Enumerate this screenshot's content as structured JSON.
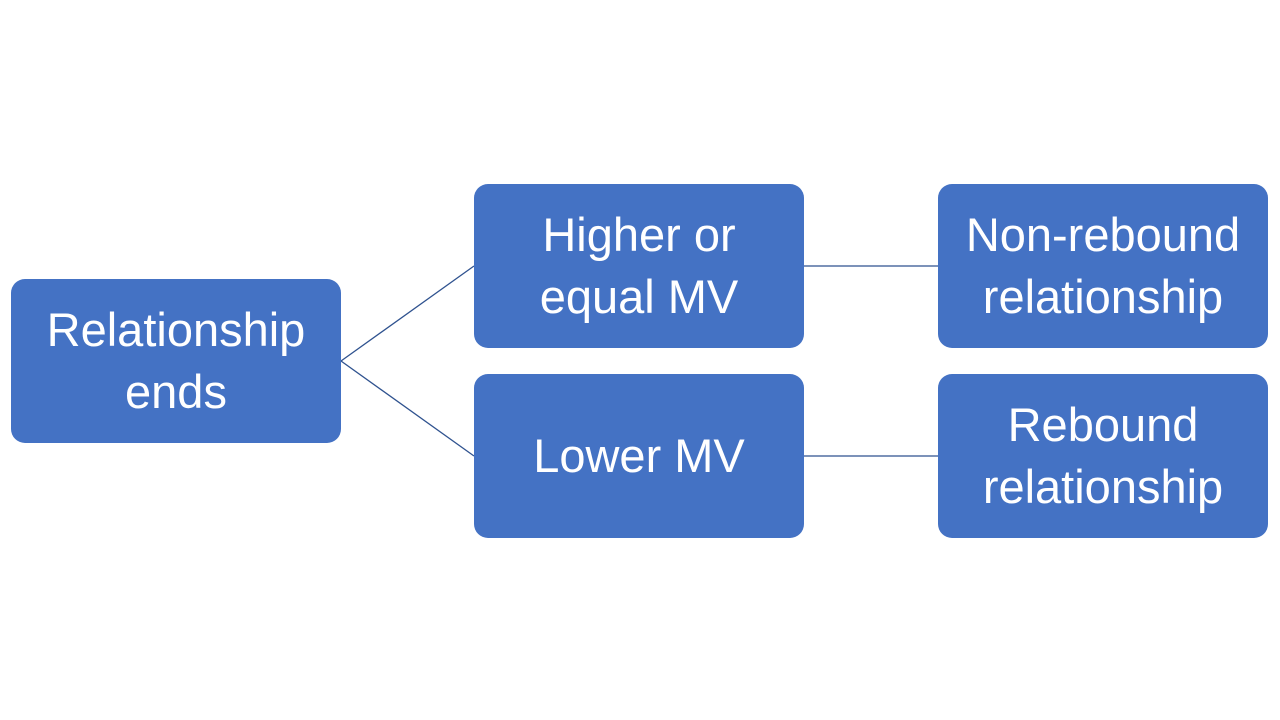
{
  "diagram": {
    "type": "tree",
    "colors": {
      "node_fill": "#4472c4",
      "node_text": "#ffffff",
      "connector": "#2f528f"
    },
    "nodes": [
      {
        "id": "root",
        "label": "Relationship\nends"
      },
      {
        "id": "higher",
        "label": "Higher or\nequal MV"
      },
      {
        "id": "lower",
        "label": "Lower MV"
      },
      {
        "id": "nonrebound",
        "label": "Non-rebound\nrelationship"
      },
      {
        "id": "rebound",
        "label": "Rebound\nrelationship"
      }
    ],
    "edges": [
      {
        "from": "root",
        "to": "higher"
      },
      {
        "from": "root",
        "to": "lower"
      },
      {
        "from": "higher",
        "to": "nonrebound"
      },
      {
        "from": "lower",
        "to": "rebound"
      }
    ]
  }
}
